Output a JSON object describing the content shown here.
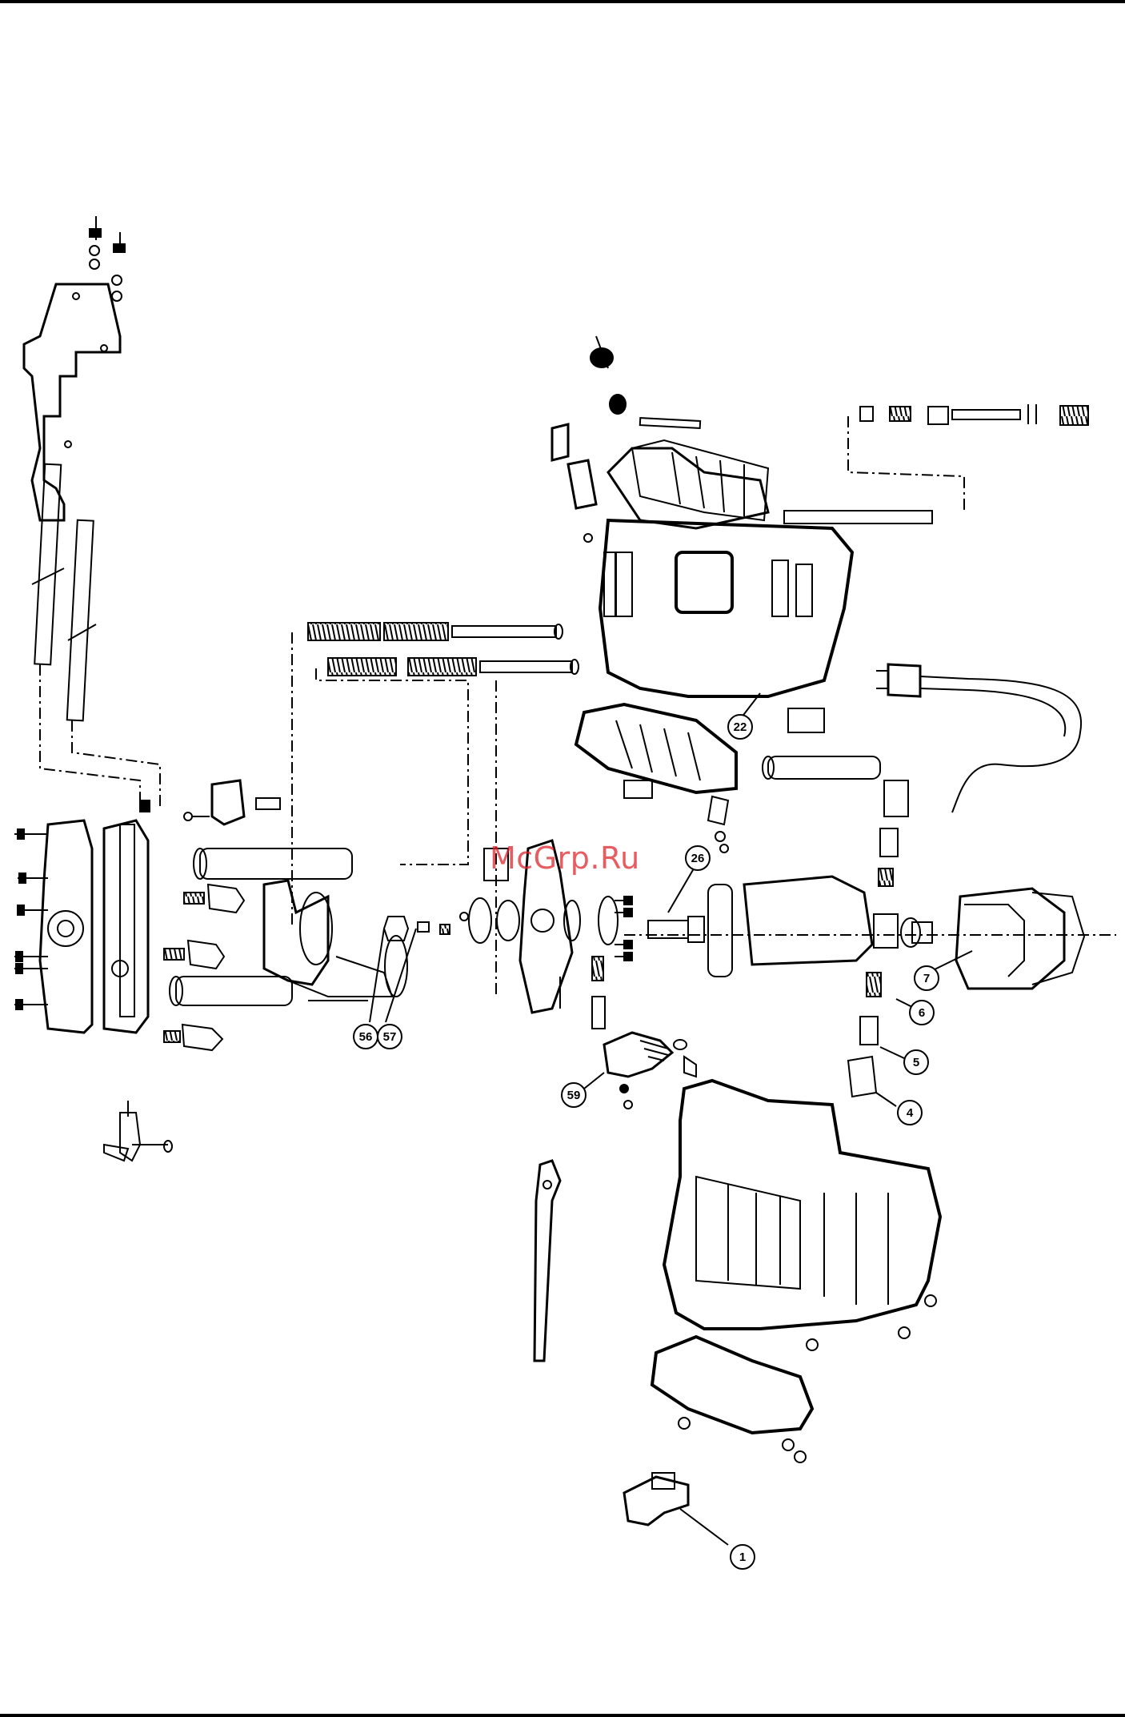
{
  "watermark": {
    "text": "McGrp.Ru",
    "color": "#e0262c"
  },
  "diagram": {
    "line_color": "#000000",
    "background": "#ffffff",
    "callouts": [
      {
        "id": "c22",
        "label": "22"
      },
      {
        "id": "c26",
        "label": "26"
      },
      {
        "id": "c7",
        "label": "7"
      },
      {
        "id": "c6",
        "label": "6"
      },
      {
        "id": "c5",
        "label": "5"
      },
      {
        "id": "c4",
        "label": "4"
      },
      {
        "id": "c56",
        "label": "56"
      },
      {
        "id": "c57",
        "label": "57"
      },
      {
        "id": "c59",
        "label": "59"
      },
      {
        "id": "c1",
        "label": "1"
      }
    ]
  }
}
